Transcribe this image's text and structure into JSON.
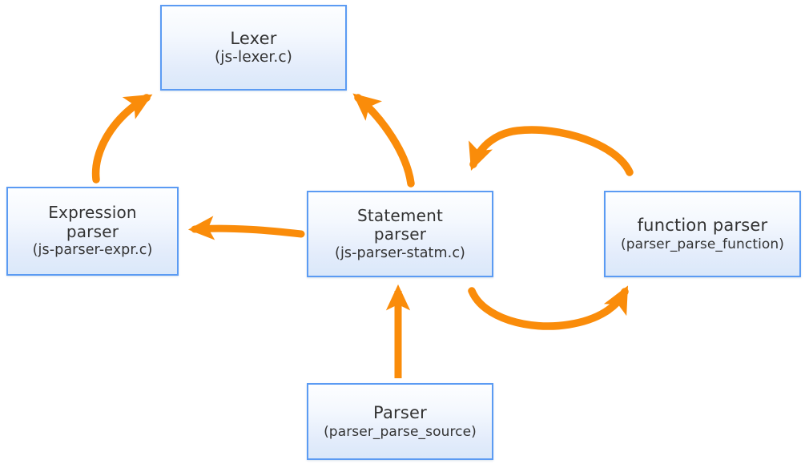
{
  "diagram": {
    "type": "flow-diagram",
    "background_color": "#ffffff",
    "node_border_color": "#5b9bf3",
    "node_fill_color": "#e3ecfb",
    "arrow_color": "#fa8c0a",
    "text_color": "#333333",
    "nodes": [
      {
        "id": "lexer",
        "title": "Lexer",
        "sub": "(js-lexer.c)"
      },
      {
        "id": "expression",
        "title": "Expression\nparser",
        "sub": "(js-parser-expr.c)"
      },
      {
        "id": "statement",
        "title": "Statement\nparser",
        "sub": "(js-parser-statm.c)"
      },
      {
        "id": "function",
        "title": "function parser",
        "sub": "(parser_parse_function)"
      },
      {
        "id": "parser",
        "title": "Parser",
        "sub": "(parser_parse_source)"
      }
    ],
    "arrows": [
      {
        "id": "expression-to-lexer",
        "from": "expression",
        "to": "lexer",
        "style": "curved"
      },
      {
        "id": "statement-to-lexer",
        "from": "statement",
        "to": "lexer",
        "style": "curved"
      },
      {
        "id": "function-to-statement",
        "from": "function",
        "to": "statement",
        "style": "arc-top"
      },
      {
        "id": "statement-to-function",
        "from": "statement",
        "to": "function",
        "style": "arc-bottom"
      },
      {
        "id": "statement-to-expression",
        "from": "statement",
        "to": "expression",
        "style": "straight"
      },
      {
        "id": "parser-to-statement",
        "from": "parser",
        "to": "statement",
        "style": "straight-vertical"
      }
    ]
  }
}
